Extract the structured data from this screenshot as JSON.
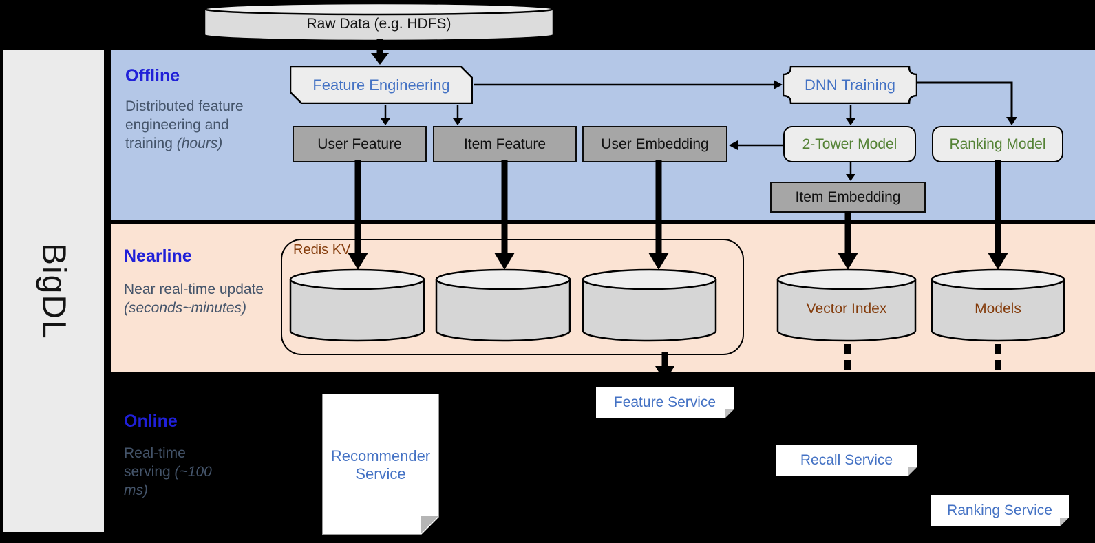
{
  "brand": {
    "label": "BigDL"
  },
  "colors": {
    "canvas_bg": "#000000",
    "offline_band": "#b4c7e7",
    "nearline_band": "#fbe3d3",
    "rail_bg": "#ebebeb",
    "heading_blue": "#2020d8",
    "subtitle_gray": "#44546a",
    "node_label_blue": "#4472c4",
    "node_label_green": "#548235",
    "node_label_brown": "#843c0c",
    "gray_box": "#a6a6a6",
    "light_box": "#ededed",
    "cylinder_body": "#d6d6d6",
    "cylinder_top": "#eeeeee"
  },
  "sections": {
    "offline": {
      "title": "Offline",
      "subtitle": "Distributed feature engineering and training ",
      "note": "(hours)"
    },
    "nearline": {
      "title": "Nearline",
      "subtitle": "Near real-time update ",
      "note": "(seconds~minutes)"
    },
    "online": {
      "title": "Online",
      "subtitle": "Real-time serving ",
      "note": "(~100 ms)"
    }
  },
  "nodes": {
    "raw_data": "Raw Data (e.g. HDFS)",
    "feature_engineering": "Feature Engineering",
    "user_feature": "User Feature",
    "item_feature": "Item Feature",
    "user_embedding": "User Embedding",
    "dnn_training": "DNN Training",
    "two_tower_model": "2-Tower Model",
    "ranking_model": "Ranking Model",
    "item_embedding": "Item Embedding",
    "redis_kv": "Redis KV",
    "vector_index": "Vector Index",
    "models": "Models",
    "recommender_service": "Recommender Service",
    "feature_service": "Feature Service",
    "recall_service": "Recall Service",
    "ranking_service": "Ranking Service"
  }
}
